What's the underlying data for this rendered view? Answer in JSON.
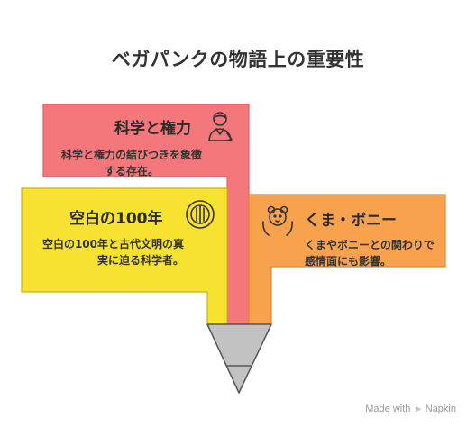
{
  "title": "ベガパンクの物語上の重要性",
  "sections": [
    {
      "title": "科学と権力",
      "description": "科学と権力の結びつきを象徴する存在。",
      "icon": "scientist-icon",
      "color": "#f4787b"
    },
    {
      "title": "空白の100年",
      "description": "空白の100年と古代文明の真実に迫る科学者。",
      "icon": "ancient-coin-icon",
      "color": "#f7e232"
    },
    {
      "title": "くま・ボニー",
      "description": "くまやボニーとの関わりで感情面にも影響。",
      "icon": "bear-hands-icon",
      "color": "#f8a24e"
    }
  ],
  "watermark": {
    "prefix": "Made with",
    "brand": "Napkin"
  }
}
